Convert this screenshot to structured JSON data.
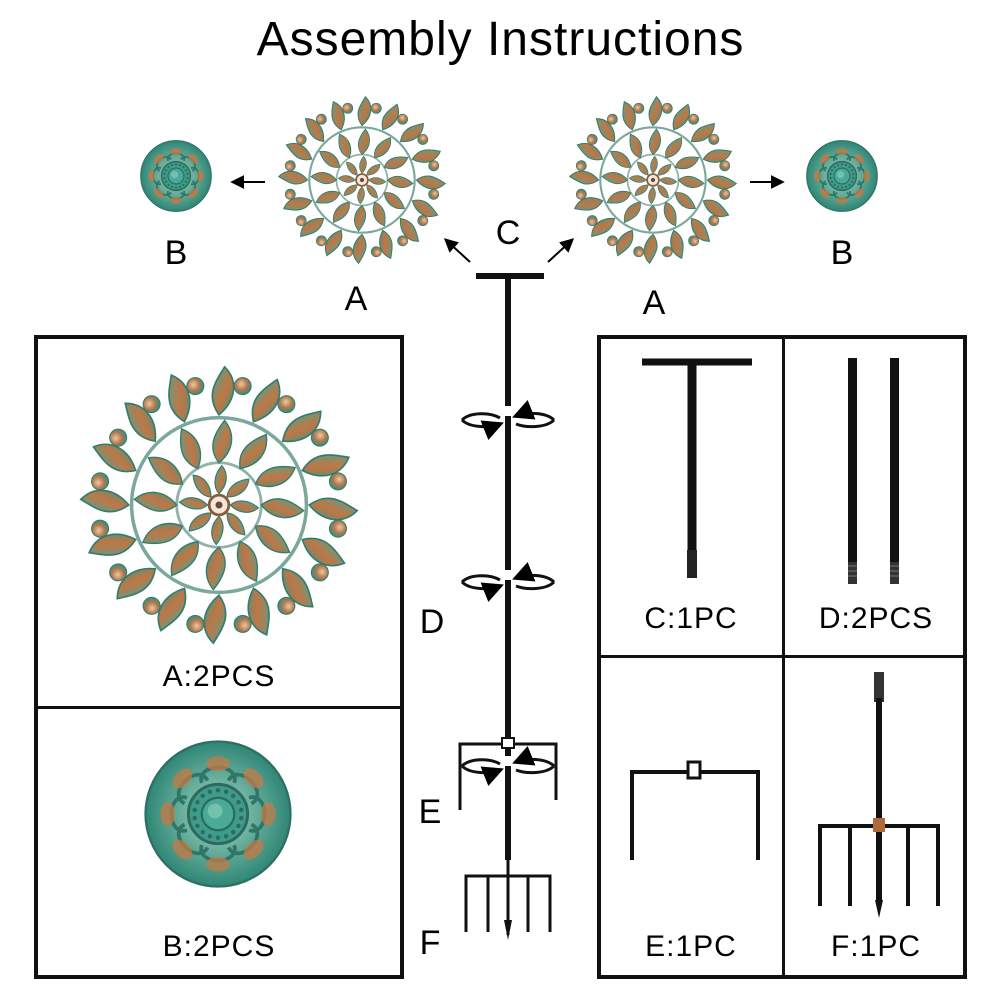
{
  "title": "Assembly Instructions",
  "labels": {
    "a_left": "A",
    "a_right": "A",
    "b_left": "B",
    "b_right": "B",
    "c": "C",
    "d": "D",
    "e": "E",
    "f": "F"
  },
  "parts": {
    "a": "A:2PCS",
    "b": "B:2PCS",
    "c": "C:1PC",
    "d": "D:2PCS",
    "e": "E:1PC",
    "f": "F:1PC"
  },
  "colors": {
    "patina": "#3d9b8a",
    "copper": "#b8693a",
    "stake": "#111111"
  }
}
